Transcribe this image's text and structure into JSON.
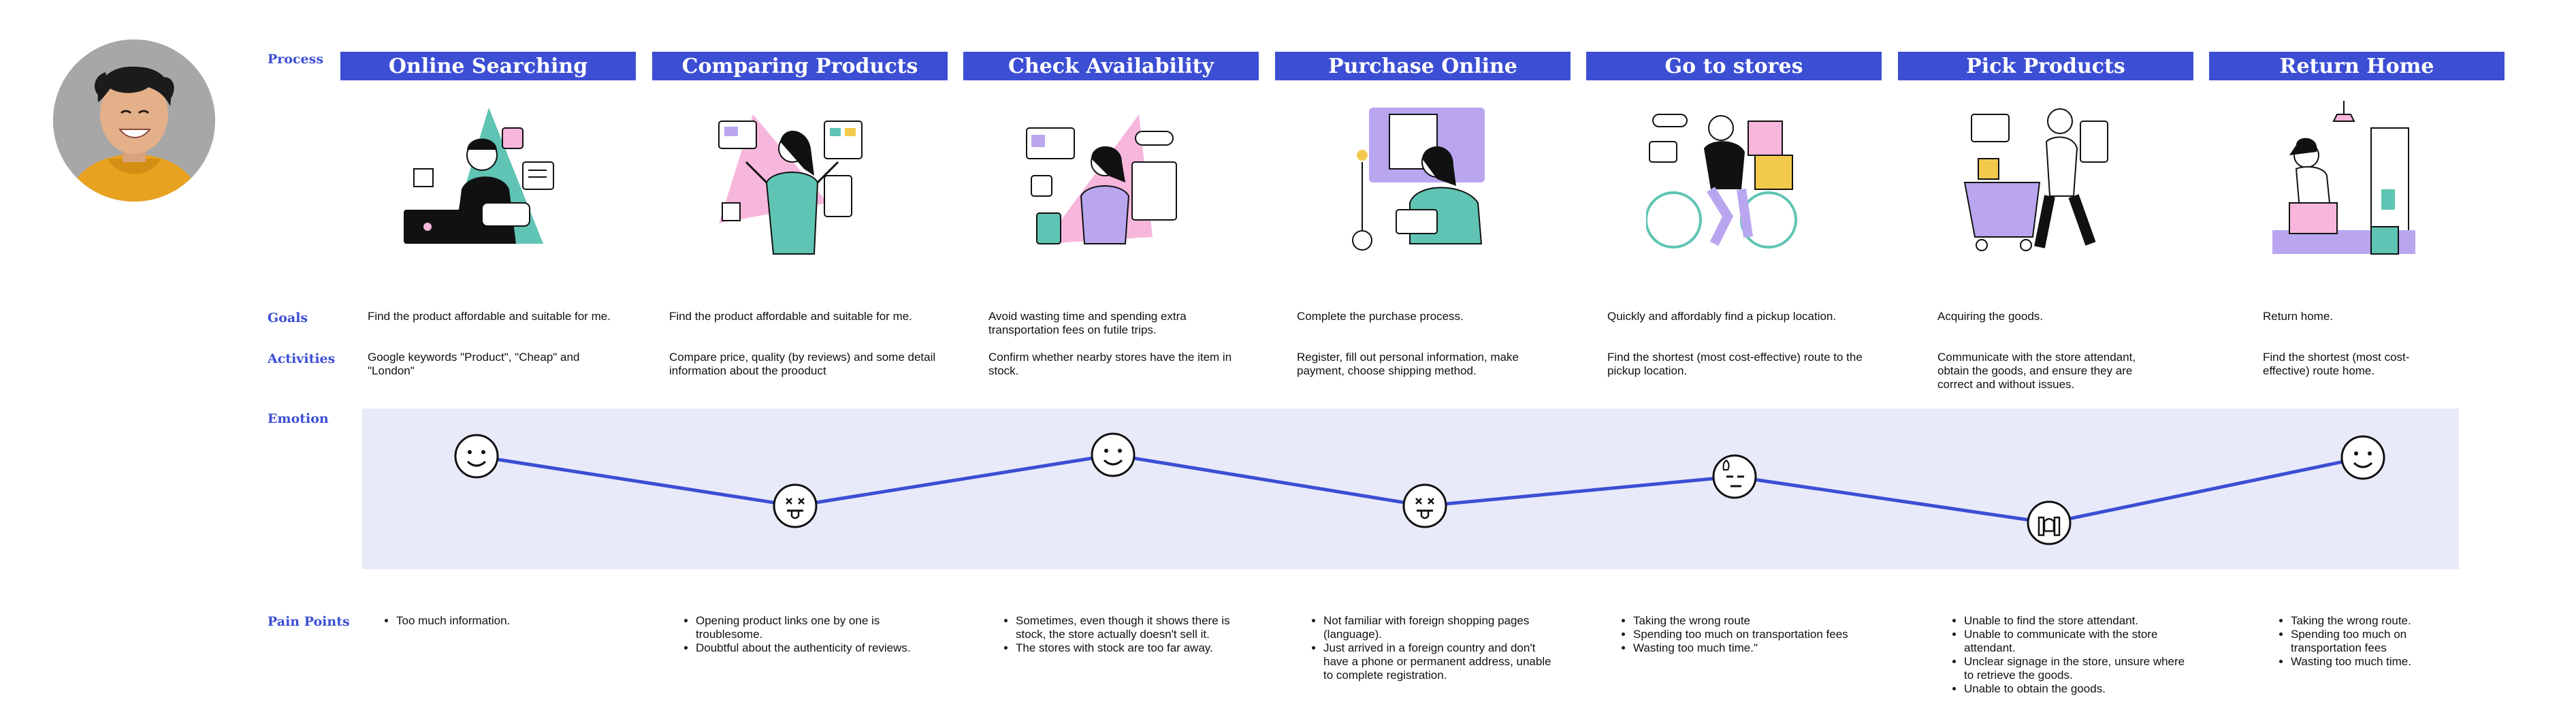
{
  "colors": {
    "accent": "#3c4ed3",
    "emotion_band": "#e8eaf9",
    "teal": "#5fc4b3",
    "pink": "#f7b7dc",
    "lavender": "#b9a6ef",
    "yellow": "#f2c94c"
  },
  "persona": {
    "avatar_icon": "persona-photo"
  },
  "labels": {
    "process": "Process",
    "goals": "Goals",
    "activities": "Activities",
    "emotion": "Emotion",
    "pain_points": "Pain Points"
  },
  "stages": [
    {
      "title": "Online Searching",
      "illustration_icon": "person-using-laptop-and-phone",
      "goal": "Find the product affordable and suitable for me.",
      "activity": "Google keywords \"Product\", \"Cheap\" and \"London\"",
      "emotion": "happy",
      "emotion_icon": "smiley-face-icon",
      "pain_points": [
        "Too much information."
      ]
    },
    {
      "title": "Comparing Products",
      "illustration_icon": "person-comparing-options",
      "goal": "Find the product affordable and suitable for me.",
      "activity": "Compare price, quality (by reviews) and some detail information about the prooduct",
      "emotion": "frustrated",
      "emotion_icon": "dizzy-tongue-face-icon",
      "pain_points": [
        "Opening product links one by one is troublesome.",
        "Doubtful about the authenticity of reviews."
      ]
    },
    {
      "title": "Check Availability",
      "illustration_icon": "person-checking-phone",
      "goal": "Avoid wasting time and spending extra transportation fees on futile trips.",
      "activity": "Confirm whether nearby stores have the item in stock.",
      "emotion": "happy",
      "emotion_icon": "smiley-face-icon",
      "pain_points": [
        "Sometimes, even though it shows there is stock, the store actually doesn't sell it.",
        "The stores with stock are too far away."
      ]
    },
    {
      "title": "Purchase Online",
      "illustration_icon": "person-paying-with-card",
      "goal": "Complete the purchase process.",
      "activity": "Register, fill out personal information, make payment, choose shipping method.",
      "emotion": "frustrated",
      "emotion_icon": "dizzy-tongue-face-icon",
      "pain_points": [
        "Not familiar with foreign shopping pages (language).",
        "Just arrived in a foreign country and don't have a phone or permanent address, unable to complete registration."
      ]
    },
    {
      "title": "Go to stores",
      "illustration_icon": "person-riding-bicycle",
      "goal": "Quickly and affordably find a pickup location.",
      "activity": "Find the shortest (most cost-effective) route to the pickup location.",
      "emotion": "uneasy",
      "emotion_icon": "sweat-face-icon",
      "pain_points": [
        "Taking the wrong route",
        "Spending too much on transportation fees",
        "Wasting too much time.\""
      ]
    },
    {
      "title": "Pick Products",
      "illustration_icon": "person-with-shopping-cart",
      "goal": "Acquiring the goods.",
      "activity": "Communicate with the store attendant, obtain the goods, and ensure they are correct and without issues.",
      "emotion": "crying",
      "emotion_icon": "crying-face-icon",
      "pain_points": [
        "Unable to find the store attendant.",
        "Unable to communicate with the store attendant.",
        "Unclear signage in the store, unsure where to retrieve the goods.",
        "Unable to obtain the goods."
      ]
    },
    {
      "title": "Return Home",
      "illustration_icon": "person-relaxing-at-home",
      "goal": "Return home.",
      "activity": "Find the shortest (most cost-effective) route home.",
      "emotion": "happy",
      "emotion_icon": "smiley-face-icon",
      "pain_points": [
        "Taking the wrong route.",
        "Spending too much on transportation fees",
        "Wasting too much time."
      ]
    }
  ]
}
